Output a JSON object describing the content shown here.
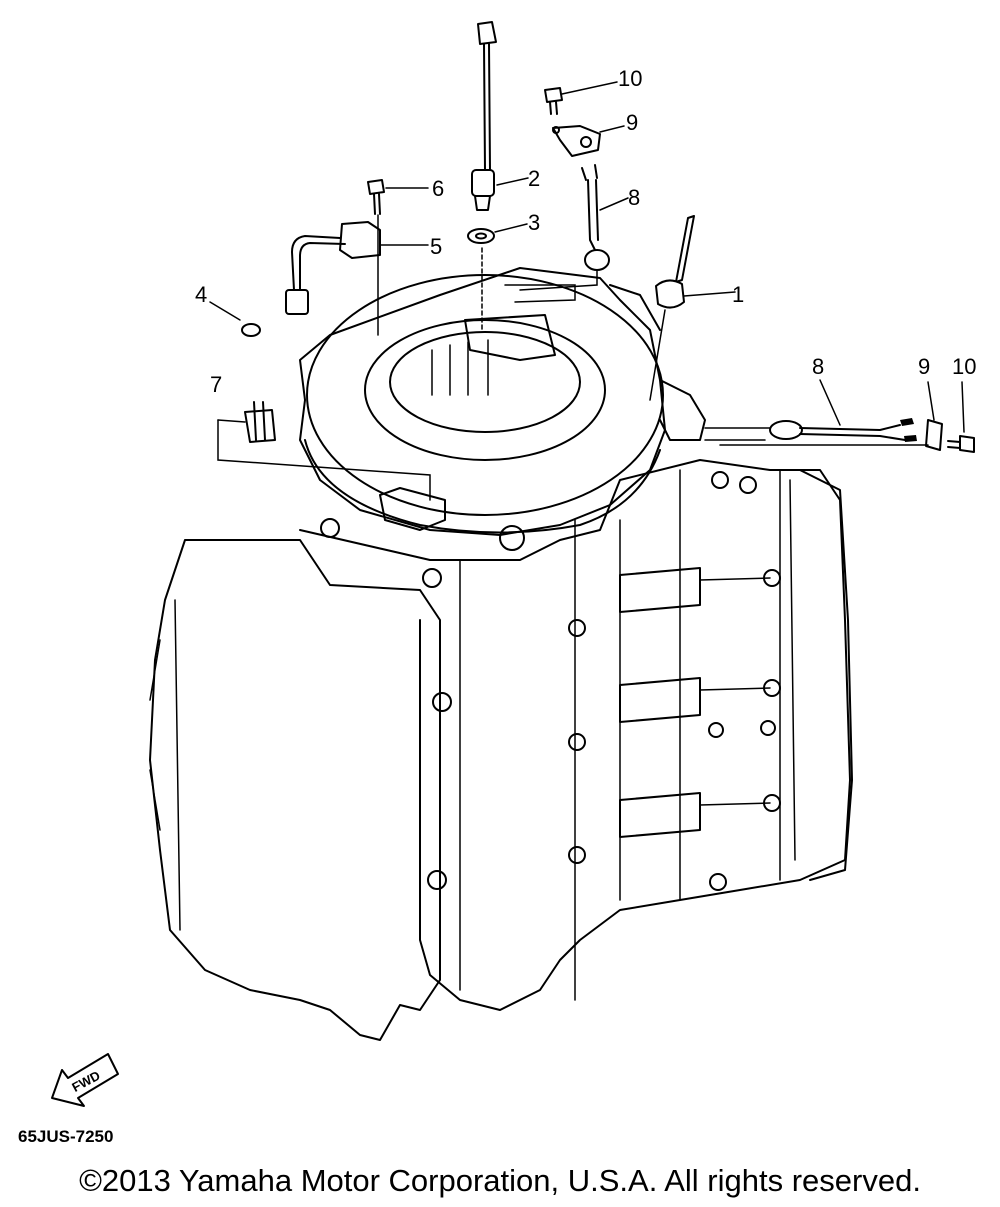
{
  "callouts": {
    "c1": "1",
    "c2": "2",
    "c3": "3",
    "c4": "4",
    "c5": "5",
    "c6": "6",
    "c7": "7",
    "c8a": "8",
    "c8b": "8",
    "c9a": "9",
    "c9b": "9",
    "c10a": "10",
    "c10b": "10"
  },
  "fwd_label": "FWD",
  "drawing_code": "65JUS-7250",
  "copyright": "©2013 Yamaha Motor Corporation, U.S.A. All rights reserved."
}
